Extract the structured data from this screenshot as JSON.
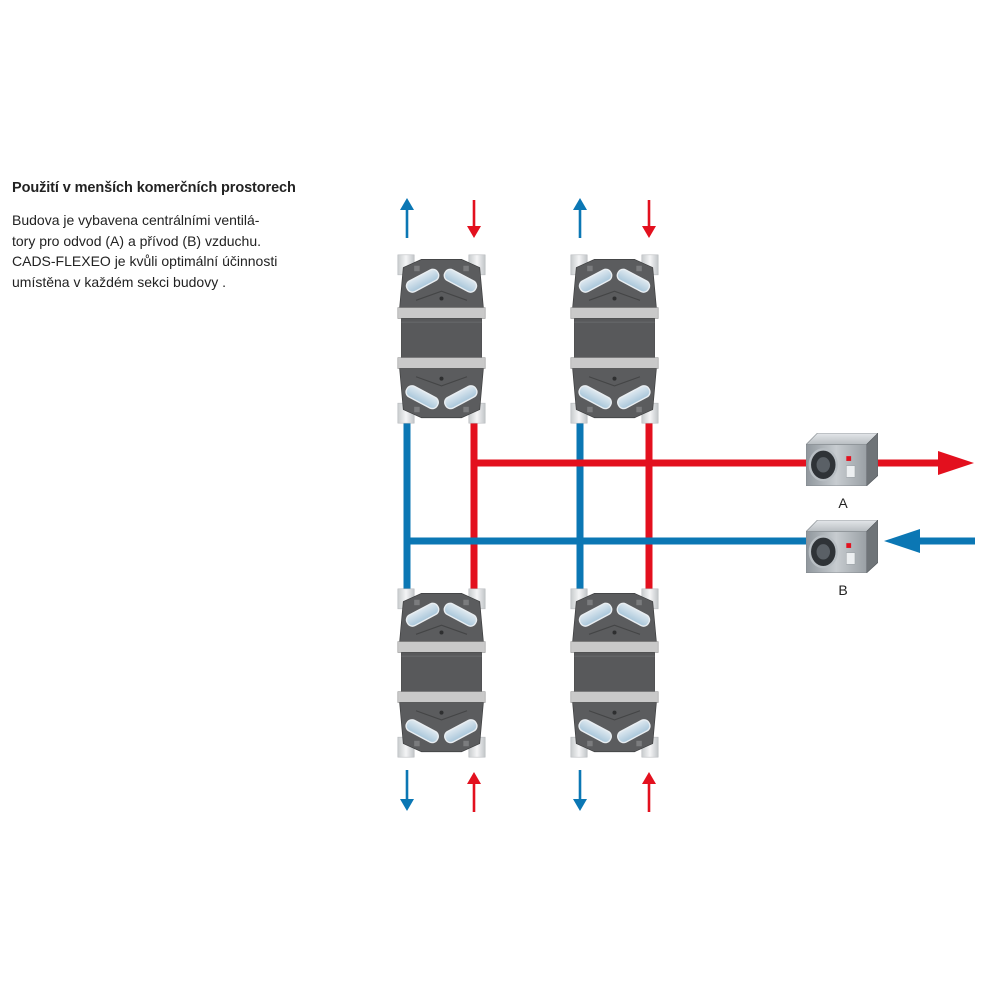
{
  "heading": "Použití v menších komerčních prostorech",
  "paragraph_lines": [
    "Budova je vybavena centrálními ventilá-",
    "tory pro odvod (A) a přívod (B) vzduchu.",
    "CADS-FLEXEO je kvůli optimální účinnosti",
    "umístěna v každém sekci budovy ."
  ],
  "fans": [
    {
      "id": "A",
      "label": "A",
      "role": "exhaust"
    },
    {
      "id": "B",
      "label": "B",
      "role": "supply"
    }
  ],
  "colors": {
    "exhaust_red": "#e3101e",
    "supply_blue": "#0b77b4",
    "unit_body": "#58595b",
    "text": "#222222"
  }
}
